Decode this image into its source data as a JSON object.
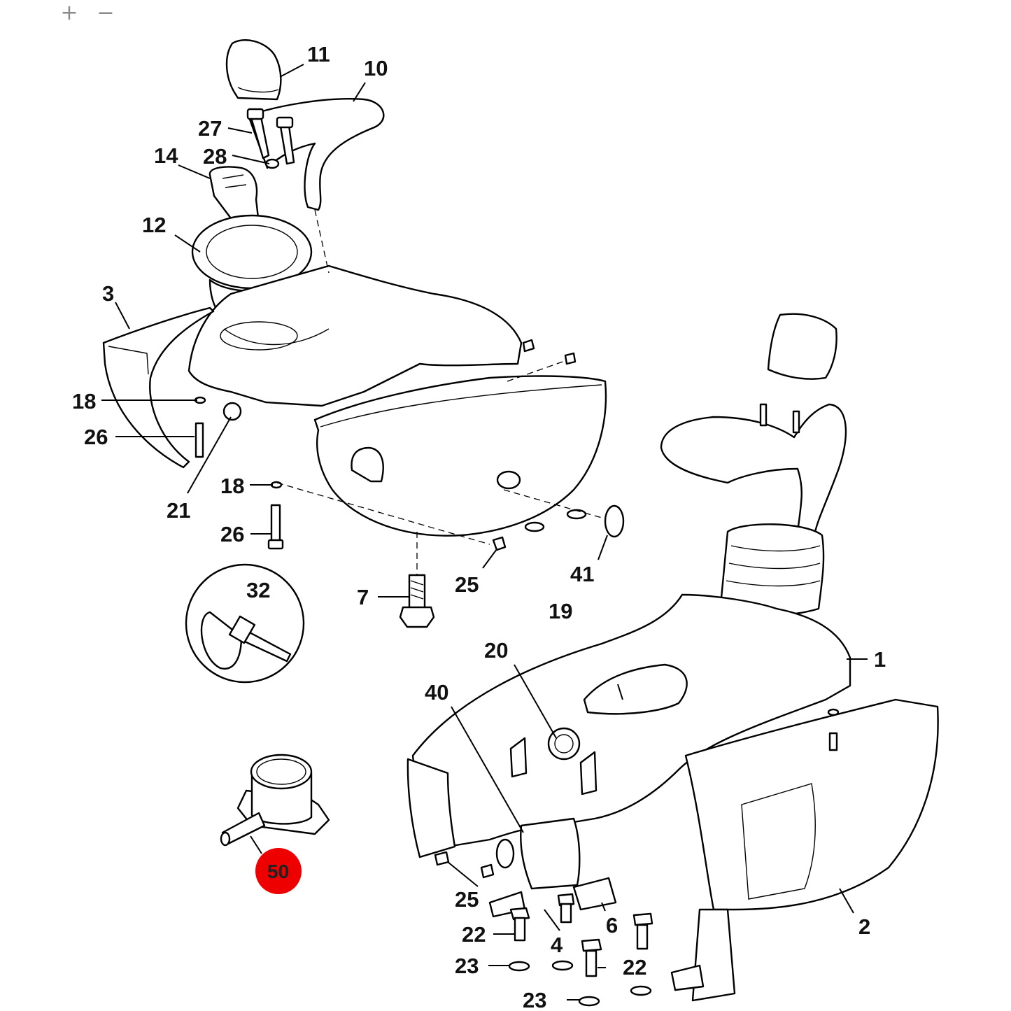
{
  "zoom": {
    "zoom_in_label": "+",
    "zoom_out_label": "−"
  },
  "highlight": {
    "color": "#ee0000"
  },
  "callouts": [
    {
      "id": "c11",
      "text": "11"
    },
    {
      "id": "c10",
      "text": "10"
    },
    {
      "id": "c27",
      "text": "27"
    },
    {
      "id": "c28",
      "text": "28"
    },
    {
      "id": "c14",
      "text": "14"
    },
    {
      "id": "c12",
      "text": "12"
    },
    {
      "id": "c3",
      "text": "3"
    },
    {
      "id": "c18a",
      "text": "18"
    },
    {
      "id": "c26a",
      "text": "26"
    },
    {
      "id": "c18b",
      "text": "18"
    },
    {
      "id": "c21",
      "text": "21"
    },
    {
      "id": "c26b",
      "text": "26"
    },
    {
      "id": "c7",
      "text": "7"
    },
    {
      "id": "c25a",
      "text": "25"
    },
    {
      "id": "c41",
      "text": "41"
    },
    {
      "id": "c32",
      "text": "32"
    },
    {
      "id": "c19",
      "text": "19"
    },
    {
      "id": "c20",
      "text": "20"
    },
    {
      "id": "c40",
      "text": "40"
    },
    {
      "id": "c1",
      "text": "1"
    },
    {
      "id": "c50",
      "text": "50"
    },
    {
      "id": "c25b",
      "text": "25"
    },
    {
      "id": "c22a",
      "text": "22"
    },
    {
      "id": "c4",
      "text": "4"
    },
    {
      "id": "c6",
      "text": "6"
    },
    {
      "id": "c2",
      "text": "2"
    },
    {
      "id": "c23a",
      "text": "23"
    },
    {
      "id": "c22b",
      "text": "22"
    },
    {
      "id": "c23b",
      "text": "23"
    }
  ]
}
